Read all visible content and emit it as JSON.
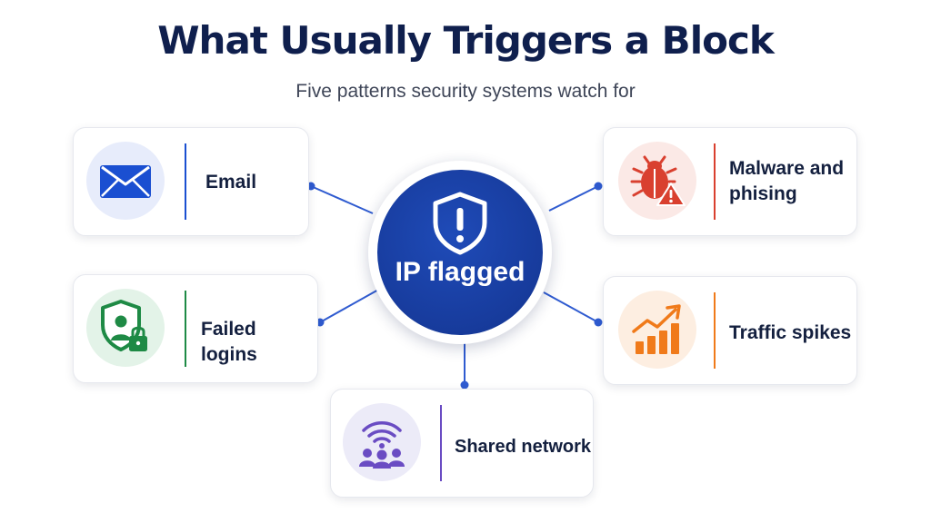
{
  "title": "What Usually Triggers a Block",
  "subtitle": "Five patterns security systems watch for",
  "hub": {
    "label": "IP flagged",
    "icon": "shield-alert-icon"
  },
  "nodes": [
    {
      "label": "Email",
      "icon": "envelope-icon",
      "color": "#1a4fd1"
    },
    {
      "label": "Failed logins",
      "icon": "shield-user-lock-icon",
      "color": "#1e8a45"
    },
    {
      "label": "Shared network",
      "icon": "wifi-group-icon",
      "color": "#6a4cc3"
    },
    {
      "label": "Malware and\nphising",
      "icon": "bug-warning-icon",
      "color": "#d9402f"
    },
    {
      "label": "Traffic spikes",
      "icon": "rising-chart-icon",
      "color": "#f07a1a"
    }
  ],
  "colors": {
    "title": "#0f1f4d",
    "hub": "#173b9c",
    "connector": "#2f5bd0"
  }
}
